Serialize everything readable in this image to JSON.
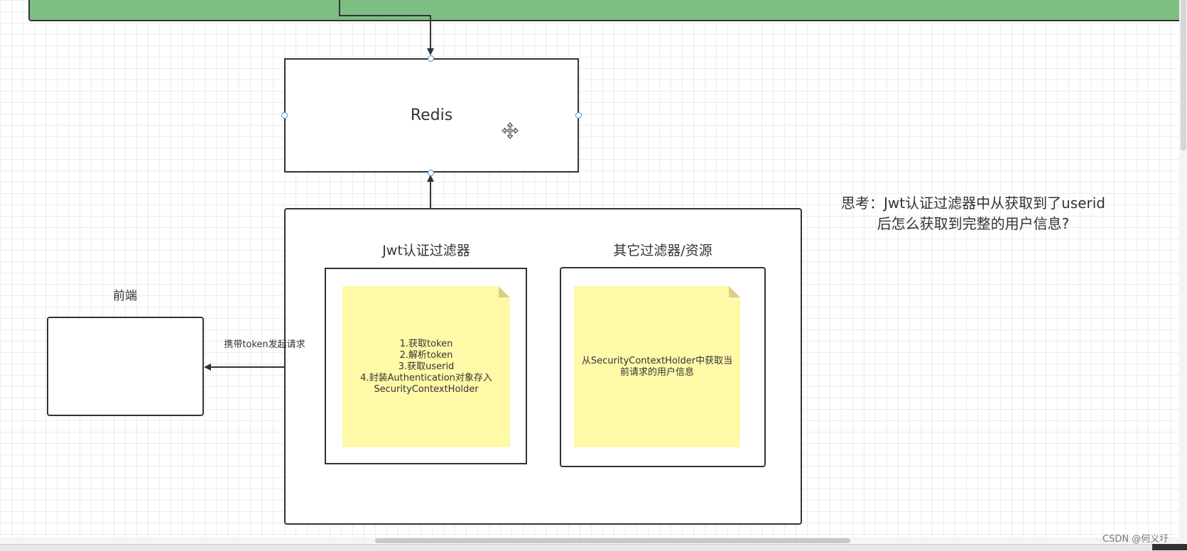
{
  "diagram": {
    "redis_label": "Redis",
    "jwt_filter_title": "Jwt认证过滤器",
    "other_filter_title": "其它过滤器/资源",
    "frontend_title": "前端",
    "request_label": "携带token发起请求",
    "jwt_note_lines": [
      "1.获取token",
      "2.解析token",
      "3.获取userid",
      "4.封装Authentication对象存入",
      "SecurityContextHolder"
    ],
    "other_note_lines": [
      "从SecurityContextHolder中获取当",
      "前请求的用户信息"
    ],
    "question_lines": [
      "思考：Jwt认证过滤器中从获取到了userid",
      "后怎么获取到完整的用户信息?"
    ]
  },
  "footer": {
    "watermark": "CSDN @何义圩"
  },
  "colors": {
    "banner_green": "#7dbe82",
    "note_yellow": "#fff9a8",
    "handle_blue": "#4a90c8"
  },
  "icons": {
    "move_cursor": "move-cursor-icon"
  }
}
